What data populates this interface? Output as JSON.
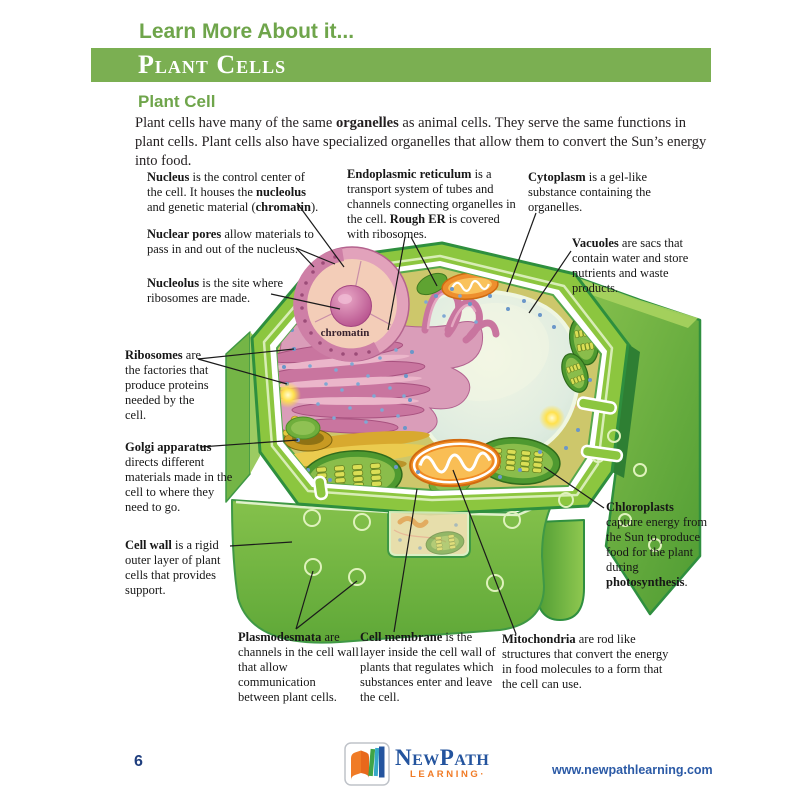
{
  "header": {
    "eyebrow": "Learn More About it...",
    "banner_title": "Plant Cells",
    "section_title": "Plant Cell"
  },
  "intro": {
    "segments": [
      {
        "t": "Plant cells have many of the same ",
        "b": false
      },
      {
        "t": "organelles",
        "b": true
      },
      {
        "t": " as animal cells. They serve the same functions in plant cells. Plant cells also have specialized organelles that allow them to convert the Sun’s energy into food.",
        "b": false
      }
    ]
  },
  "diagram": {
    "chromatin_label": "chromatin",
    "labels": {
      "nucleus": {
        "segments": [
          {
            "t": "Nucleus",
            "b": true
          },
          {
            "t": " is the control center of the cell. It houses the ",
            "b": false
          },
          {
            "t": "nucleolus",
            "b": true
          },
          {
            "t": " and genetic material (",
            "b": false
          },
          {
            "t": "chromatin",
            "b": true
          },
          {
            "t": ").",
            "b": false
          }
        ]
      },
      "nuclear_pores": {
        "segments": [
          {
            "t": "Nuclear pores",
            "b": true
          },
          {
            "t": " allow materials to pass in and out of the nucleus.",
            "b": false
          }
        ]
      },
      "nucleolus": {
        "segments": [
          {
            "t": "Nucleolus",
            "b": true
          },
          {
            "t": " is the site where ribosomes are made.",
            "b": false
          }
        ]
      },
      "endoplasmic_reticulum": {
        "segments": [
          {
            "t": "Endoplasmic reticulum",
            "b": true
          },
          {
            "t": " is a transport system of tubes and channels connecting organelles in the cell. ",
            "b": false
          },
          {
            "t": "Rough ER",
            "b": true
          },
          {
            "t": " is covered with ribosomes.",
            "b": false
          }
        ]
      },
      "cytoplasm": {
        "segments": [
          {
            "t": "Cytoplasm",
            "b": true
          },
          {
            "t": " is a gel-like substance containing the organelles.",
            "b": false
          }
        ]
      },
      "vacuoles": {
        "segments": [
          {
            "t": "Vacuoles",
            "b": true
          },
          {
            "t": " are sacs that contain water and store nutrients and waste products.",
            "b": false
          }
        ]
      },
      "ribosomes": {
        "segments": [
          {
            "t": "Ribosomes",
            "b": true
          },
          {
            "t": " are the factories that produce proteins needed by the cell.",
            "b": false
          }
        ]
      },
      "golgi": {
        "segments": [
          {
            "t": "Golgi apparatus",
            "b": true
          },
          {
            "t": " directs different materials made in the cell to where they need to go.",
            "b": false
          }
        ]
      },
      "cell_wall": {
        "segments": [
          {
            "t": "Cell wall",
            "b": true
          },
          {
            "t": " is a rigid outer layer of plant cells that provides support.",
            "b": false
          }
        ]
      },
      "chloroplasts": {
        "segments": [
          {
            "t": "Chloroplasts",
            "b": true
          },
          {
            "t": " capture energy from the Sun to produce food for the plant during ",
            "b": false
          },
          {
            "t": "photosynthesis",
            "b": true
          },
          {
            "t": ".",
            "b": false
          }
        ]
      },
      "plasmodesmata": {
        "segments": [
          {
            "t": "Plasmodesmata",
            "b": true
          },
          {
            "t": " are channels in the cell wall that allow communication between plant cells.",
            "b": false
          }
        ]
      },
      "cell_membrane": {
        "segments": [
          {
            "t": "Cell membrane",
            "b": true
          },
          {
            "t": " is the layer inside the cell wall of plants that regulates which substances enter and leave the cell.",
            "b": false
          }
        ]
      },
      "mitochondria": {
        "segments": [
          {
            "t": "Mitochondria",
            "b": true
          },
          {
            "t": " are rod like structures that convert the energy in food molecules to a form that the cell can use.",
            "b": false
          }
        ]
      }
    }
  },
  "footer": {
    "page_number": "6",
    "logo_name": "NewPath",
    "logo_sub": "LEARNING·",
    "website": "www.newpathlearning.com"
  },
  "colors": {
    "banner_green": "#7BAF52",
    "heading_green": "#6FA54B",
    "logo_blue": "#24549E",
    "logo_orange": "#F07B26",
    "link_blue": "#2B5AA6",
    "page_number_navy": "#1F3E7E"
  }
}
